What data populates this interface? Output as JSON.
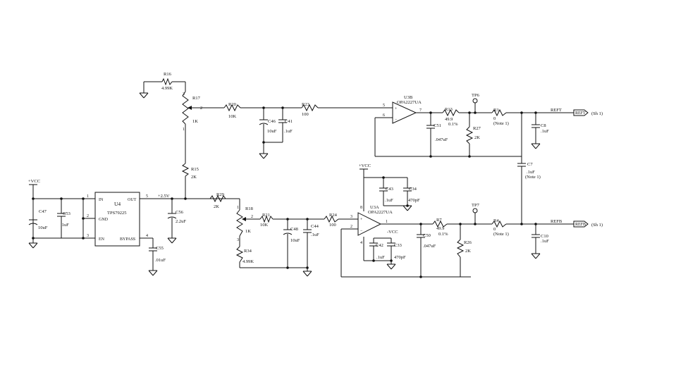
{
  "supply": {
    "vcc": "+VCC",
    "neg_vcc": "-VCC",
    "rail": "+2.5V"
  },
  "regulator": {
    "ref": "U4",
    "part": "TPS79225",
    "pins": {
      "in": "IN",
      "gnd": "GND",
      "en": "EN",
      "out": "OUT",
      "bypass": "BYPASS"
    },
    "pin_numbers": [
      "1",
      "2",
      "3",
      "5",
      "4"
    ]
  },
  "opamp_b": {
    "ref": "U3B",
    "part": "OPA2227UA",
    "pins": [
      "5",
      "6",
      "7"
    ]
  },
  "opamp_a": {
    "ref": "U3A",
    "part": "OPA2227UA",
    "pins": [
      "3",
      "2",
      "1",
      "8",
      "4"
    ]
  },
  "pots": {
    "r17": {
      "ref": "R17",
      "value": "1K",
      "pins": [
        "3",
        "2",
        "1"
      ]
    },
    "r18": {
      "ref": "R18",
      "value": "1K",
      "pins": [
        "1",
        "2",
        "3"
      ]
    }
  },
  "resistors": {
    "r16": {
      "ref": "R16",
      "value": "4.99K"
    },
    "r15": {
      "ref": "R15",
      "value": "2K"
    },
    "r20": {
      "ref": "R20",
      "value": "10K"
    },
    "r23": {
      "ref": "R23",
      "value": "100"
    },
    "r13": {
      "ref": "R13",
      "value": "49.9",
      "tol": "0.1%"
    },
    "r27": {
      "ref": "R27",
      "value": "2K"
    },
    "r3": {
      "ref": "R3",
      "value": "0",
      "note": "(Note 1)"
    },
    "r29": {
      "ref": "R29",
      "value": "2K"
    },
    "r21": {
      "ref": "R21",
      "value": "10K"
    },
    "r24": {
      "ref": "R24",
      "value": "100"
    },
    "r34": {
      "ref": "R34",
      "value": "4.99K"
    },
    "r7": {
      "ref": "R7",
      "value": "49.9",
      "tol": "0.1%"
    },
    "r26": {
      "ref": "R26",
      "value": "2K"
    },
    "r4": {
      "ref": "R4",
      "value": "0",
      "note": "(Note 1)"
    }
  },
  "capacitors": {
    "c47": {
      "ref": "C47",
      "value": "10uF"
    },
    "c53": {
      "ref": "C53",
      "value": ".1uF"
    },
    "c56": {
      "ref": "C56",
      "value": "2.2uF"
    },
    "c55": {
      "ref": "C55",
      "value": ".01uF"
    },
    "c46": {
      "ref": "C46",
      "value": "10uF"
    },
    "c41": {
      "ref": "C41",
      "value": ".1uF"
    },
    "c51": {
      "ref": "C51",
      "value": ".047uF"
    },
    "c8": {
      "ref": "C8",
      "value": ".1uF"
    },
    "c7": {
      "ref": "C7",
      "value": ".1uF",
      "note": "(Note 1)"
    },
    "c48": {
      "ref": "C48",
      "value": "10uF"
    },
    "c44": {
      "ref": "C44",
      "value": ".1uF"
    },
    "c43": {
      "ref": "C43",
      "value": ".1uF"
    },
    "c34": {
      "ref": "C34",
      "value": "470pF"
    },
    "c42": {
      "ref": "C42",
      "value": ".1uF"
    },
    "c33": {
      "ref": "C33",
      "value": "470pF"
    },
    "c50": {
      "ref": "C50",
      "value": ".047uF"
    },
    "c10": {
      "ref": "C10",
      "value": ".1uF"
    }
  },
  "testpoints": {
    "tp6": "TP6",
    "tp7": "TP7"
  },
  "nets": {
    "reft": "REFT",
    "refb": "REFB",
    "sheet_ref": "(Sh 1)"
  },
  "misc": {
    "plus": "+",
    "minus": "−"
  }
}
